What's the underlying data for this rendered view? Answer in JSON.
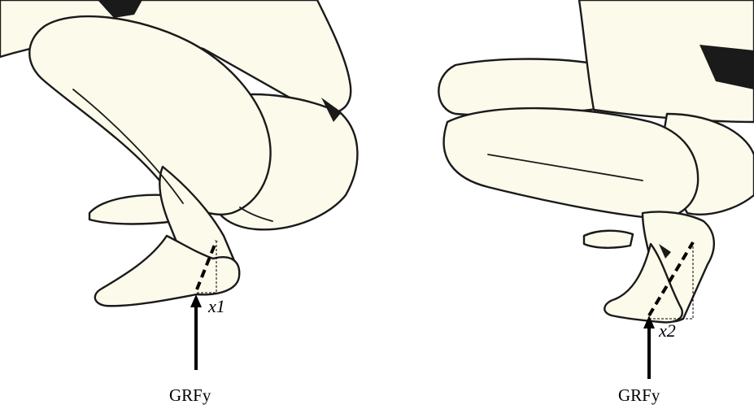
{
  "left_panel": {
    "moment_arm_label": "x1",
    "force_label": "GRFy"
  },
  "right_panel": {
    "moment_arm_label": "x2",
    "force_label": "GRFy"
  },
  "colors": {
    "skin": "#fcfaea",
    "outline": "#1a1a1a",
    "annotation": "#000000"
  }
}
